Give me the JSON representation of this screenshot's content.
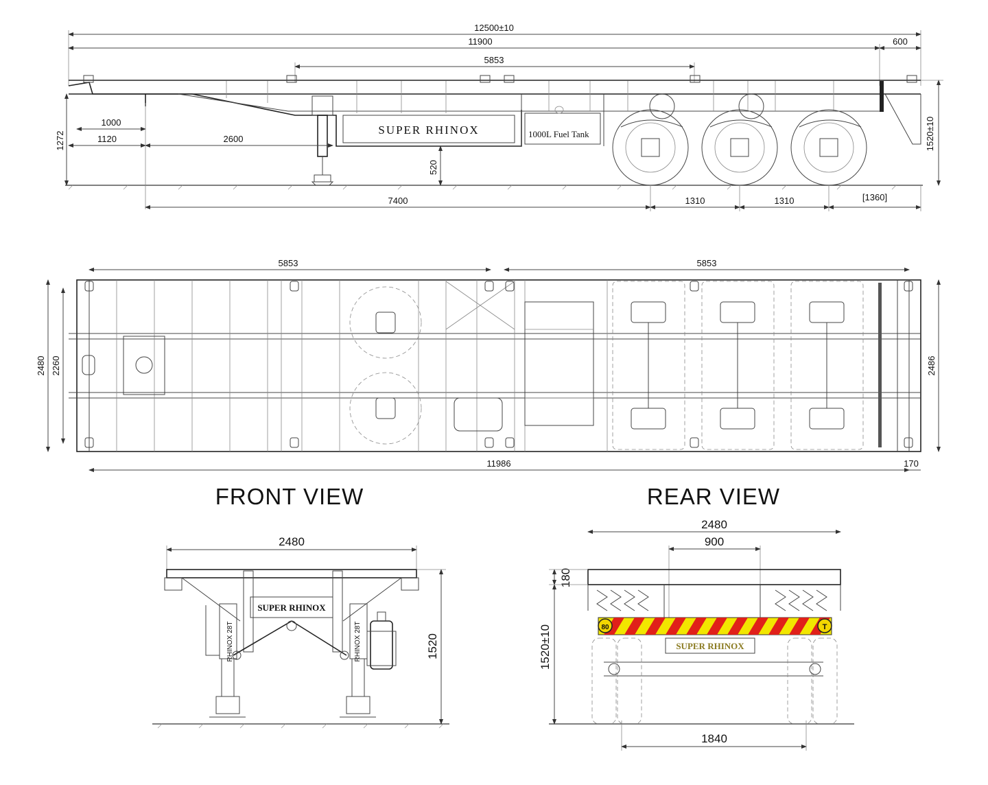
{
  "side_view": {
    "dims": {
      "overall_length": "12500±10",
      "frame_length": "11900",
      "rear_overhang": "600",
      "kingpin_to_landing": "5853",
      "kingpin_front": "1000",
      "front_offset": "1120",
      "gooseneck_length": "2600",
      "front_height": "1272",
      "leg_clearance": "520",
      "wheelbase": "7400",
      "axle_spacing_1": "1310",
      "axle_spacing_2": "1310",
      "rear_axle_overhang": "[1360]",
      "rear_height": "1520±10"
    },
    "labels": {
      "brand": "SUPER RHINOX",
      "fuel_tank": "1000L Fuel Tank"
    }
  },
  "top_view": {
    "dims": {
      "front_section": "5853",
      "rear_section": "5853",
      "width": "2480",
      "inner_width": "2260",
      "rear_width": "2486",
      "length": "11986",
      "rear_end": "170"
    }
  },
  "front_view": {
    "title": "FRONT VIEW",
    "dims": {
      "width": "2480",
      "height": "1520"
    },
    "labels": {
      "brand": "SUPER RHINOX",
      "leg_left": "RHINOX 28T",
      "leg_right": "RHINOX 28T"
    }
  },
  "rear_view": {
    "title": "REAR VIEW",
    "dims": {
      "width": "2480",
      "inner": "900",
      "beam_height": "180",
      "height": "1520±10",
      "track": "1840"
    },
    "labels": {
      "brand": "SUPER RHINOX",
      "speed_badge": "80",
      "t_badge": "T"
    },
    "colors": {
      "stripe_yellow": "#f2e600",
      "stripe_red": "#e0201a",
      "badge_yellow": "#f2d600"
    }
  }
}
